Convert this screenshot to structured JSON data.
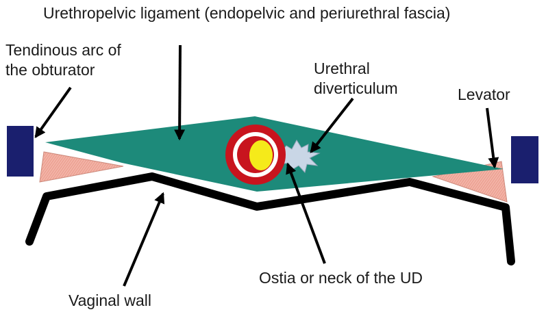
{
  "labels": {
    "title": "Urethropelvic ligament (endopelvic and periurethral fascia)",
    "tendinous_arc": [
      "Tendinous arc of",
      "the obturator"
    ],
    "urethral_diverticulum": [
      "Urethral",
      "diverticulum"
    ],
    "levator": "Levator",
    "ostia": "Ostia or neck of the UD",
    "vaginal_wall": "Vaginal wall"
  },
  "colors": {
    "ligament": "#1d8a7a",
    "obturator_block": "#1a1f6e",
    "levator_muscle": "#f2b3a6",
    "urethra_ring": "#c8141e",
    "urethra_lumen": "#f5ea1a",
    "diverticulum": "#c9d6e6",
    "vaginal_wall": "#000000"
  }
}
